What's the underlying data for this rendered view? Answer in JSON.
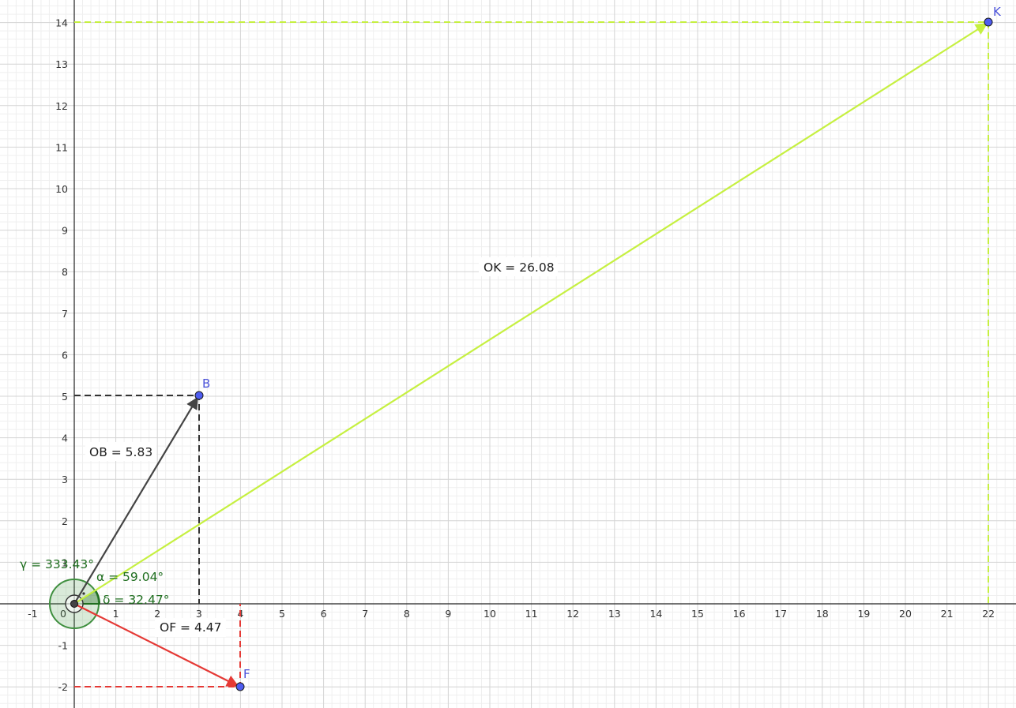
{
  "axes": {
    "x_range": [
      -1,
      22
    ],
    "y_range": [
      -2,
      14
    ],
    "x_ticks": [
      "-1",
      "0",
      "1",
      "2",
      "3",
      "4",
      "5",
      "6",
      "7",
      "8",
      "9",
      "10",
      "11",
      "12",
      "13",
      "14",
      "15",
      "16",
      "17",
      "18",
      "19",
      "20",
      "21",
      "22"
    ],
    "y_ticks": [
      "-2",
      "-1",
      "1",
      "2",
      "3",
      "4",
      "5",
      "6",
      "7",
      "8",
      "9",
      "10",
      "11",
      "12",
      "13",
      "14"
    ],
    "grid": true,
    "minor_grid": true
  },
  "points": [
    {
      "id": "B",
      "label": "B",
      "x": 3,
      "y": 5
    },
    {
      "id": "F",
      "label": "F",
      "x": 4,
      "y": -2
    },
    {
      "id": "K",
      "label": "K",
      "x": 22,
      "y": 14
    }
  ],
  "vectors": [
    {
      "id": "OB",
      "to": "B",
      "label": "OB = 5.83",
      "color": "#444444"
    },
    {
      "id": "OF",
      "to": "F",
      "label": "OF = 4.47",
      "color": "#e53935"
    },
    {
      "id": "OK",
      "to": "K",
      "label": "OK = 26.08",
      "color": "#c6f041"
    }
  ],
  "projections": [
    {
      "to": "B",
      "color": "#333333"
    },
    {
      "to": "F",
      "color": "#e53935"
    },
    {
      "to": "K",
      "color": "#c6f041"
    }
  ],
  "angles": [
    {
      "id": "gamma",
      "label": "γ = 333.43°",
      "value": 333.43
    },
    {
      "id": "alpha",
      "label": "α = 59.04°",
      "value": 59.04
    },
    {
      "id": "delta",
      "label": "δ = 32.47°",
      "value": 32.47
    }
  ],
  "colors": {
    "angle_green": "#1f6e1f",
    "point_fill": "#4e5cf0",
    "point_label": "#4a52d9"
  }
}
